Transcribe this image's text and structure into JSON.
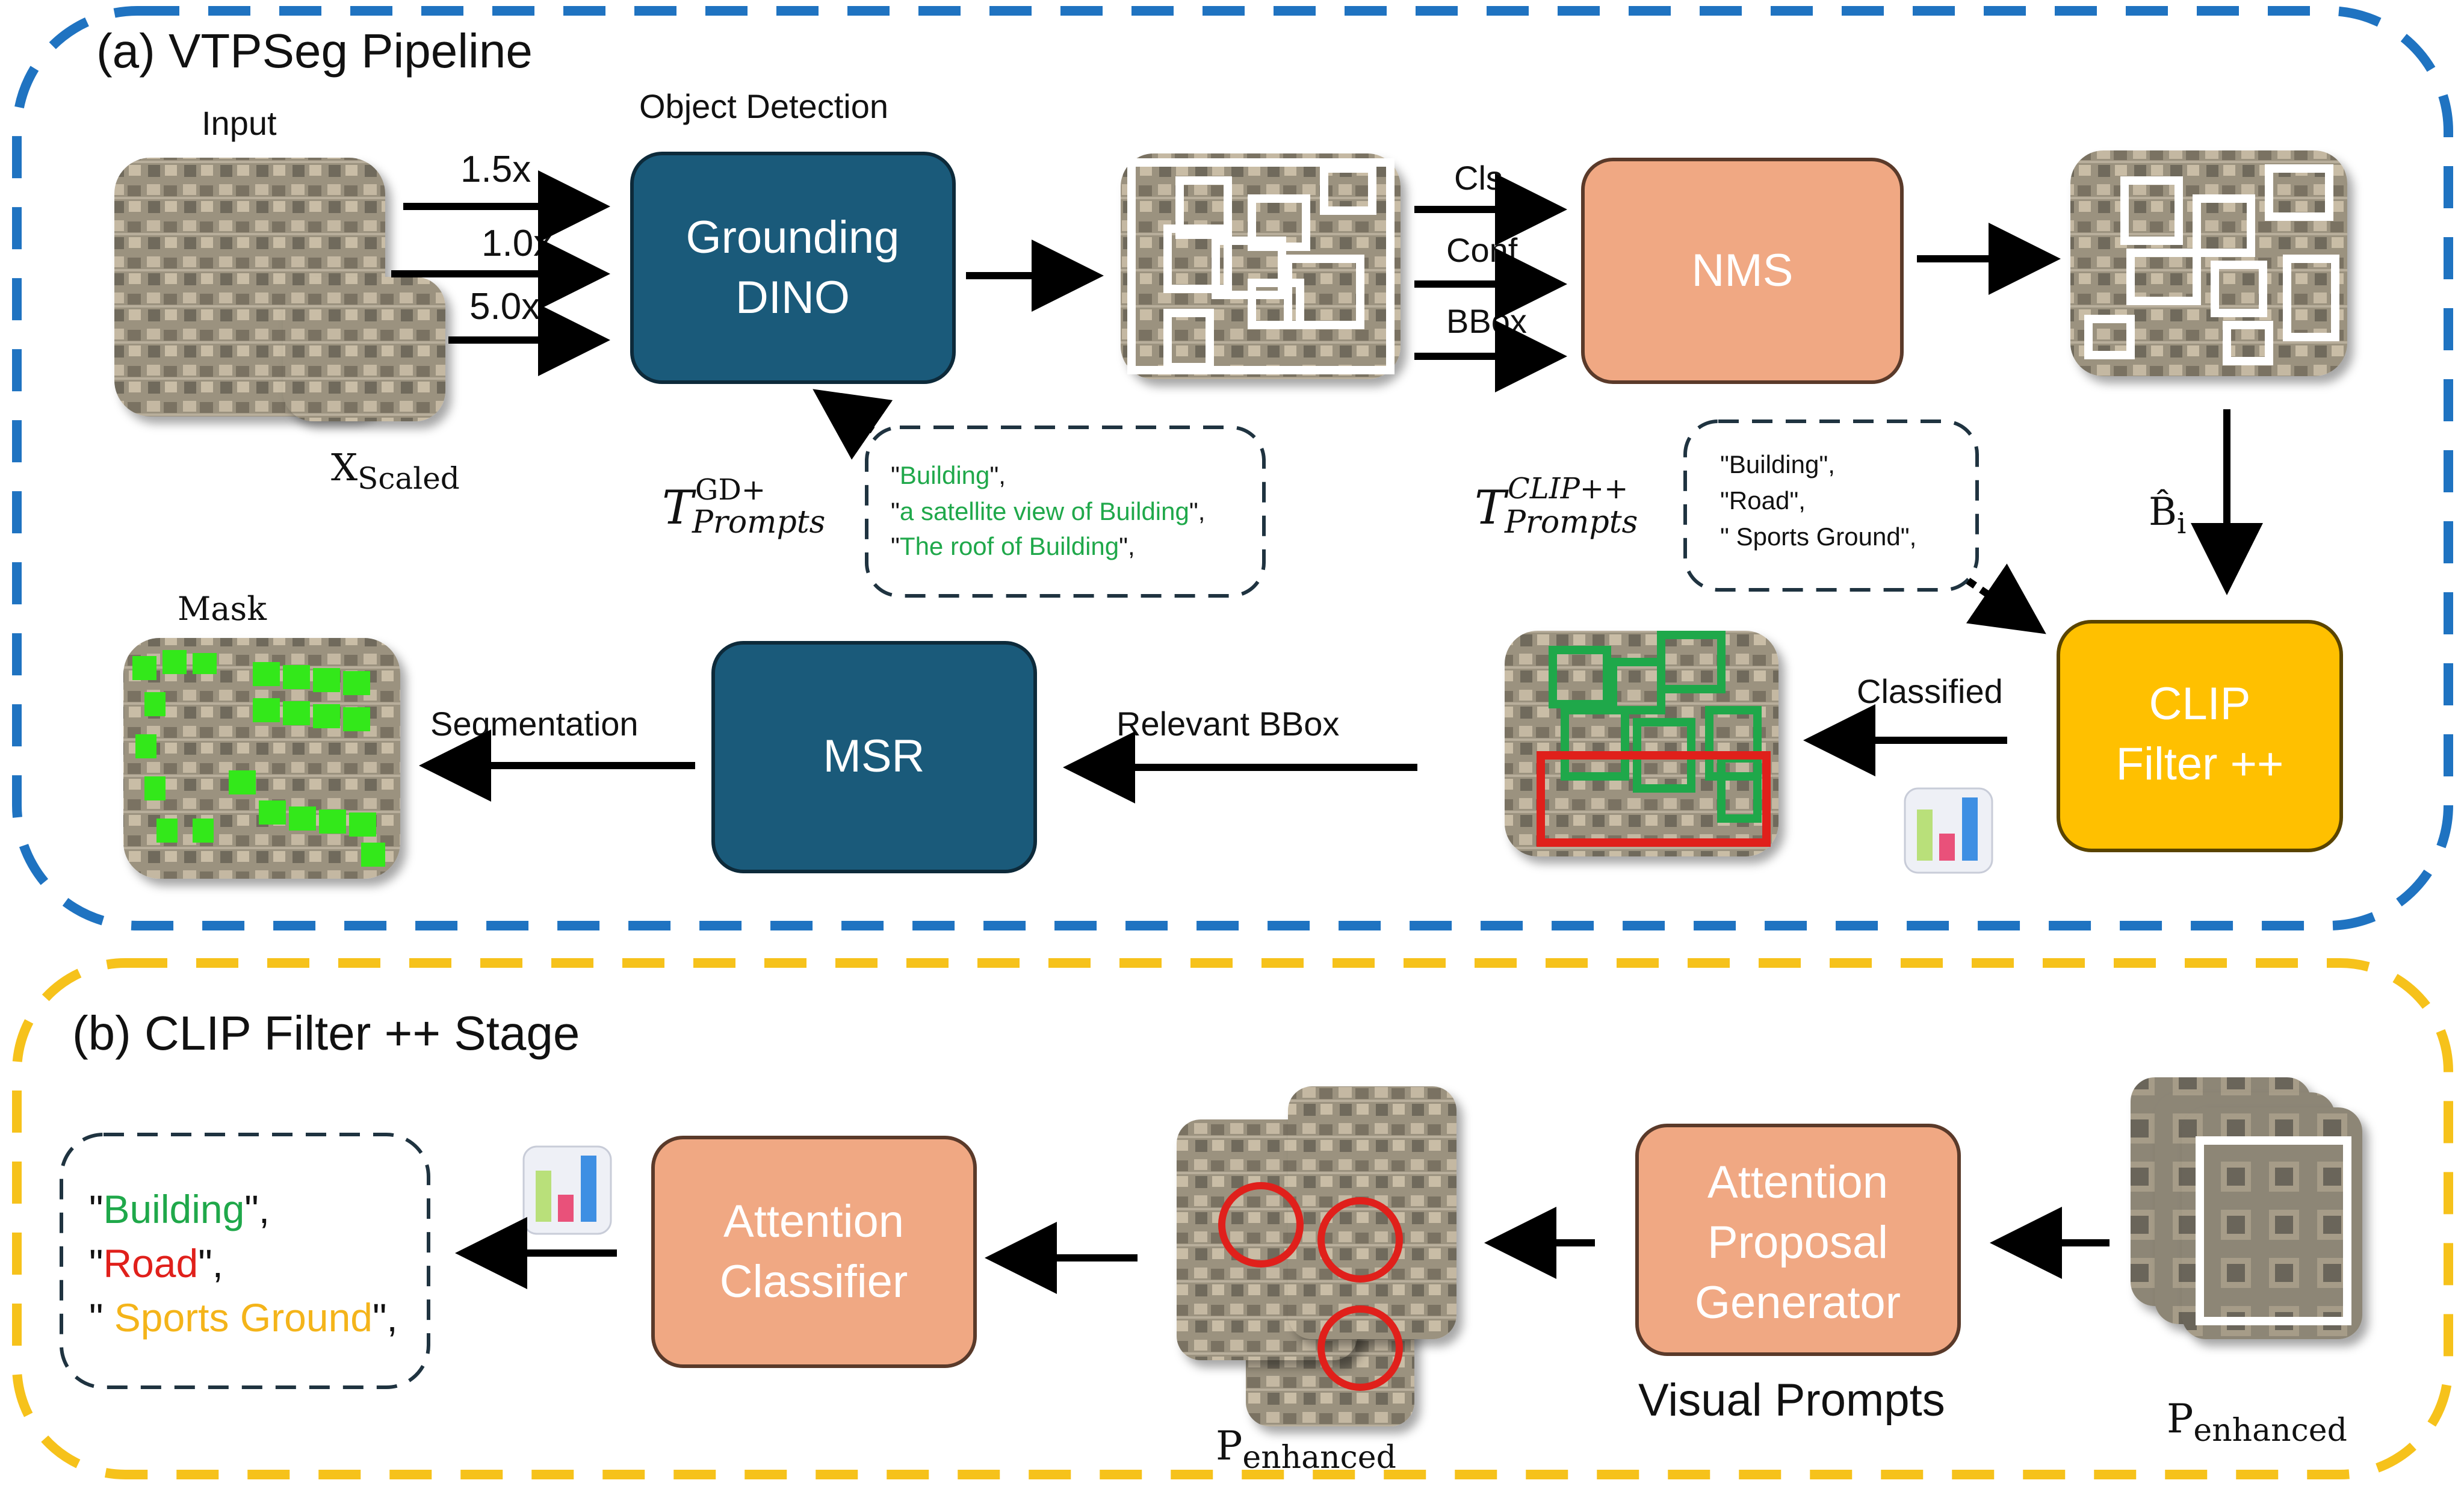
{
  "panels": {
    "a_title": "(a) VTPSeg Pipeline",
    "b_title": "(b) CLIP Filter ++ Stage"
  },
  "colors": {
    "blue_dash": "#1f73c1",
    "yellow_dash": "#f6c21b",
    "dark_blue_box": "#1a5a7a",
    "salmon_box": "#f0a883",
    "yellow_box": "#ffc000",
    "green": "#1fa84a",
    "red": "#e0201b",
    "orange": "#f4b41a"
  },
  "pipeline": {
    "input_label": "Input",
    "object_detection_label": "Object Detection",
    "scales": [
      "1.5x",
      "1.0x",
      "5.0x"
    ],
    "xscaled_main": "X",
    "xscaled_sub": "Scaled",
    "grounding_dino_line1": "Grounding",
    "grounding_dino_line2": "DINO",
    "cls_label": "Cls",
    "conf_label": "Conf",
    "bbox_label": "BBox",
    "nms_label": "NMS",
    "bhat_main": "B̂",
    "bhat_sub": "i",
    "gd_prompt_T": "T",
    "gd_prompt_sup": "GD+",
    "gd_prompt_sub": "Prompts",
    "gd_prompts": [
      "\"Building\",",
      "\"a satellite view of Building\",",
      "\"The roof of Building\","
    ],
    "gd_prompts_quote": "\"",
    "clip_prompt_T": "T",
    "clip_prompt_sup": "CLIP++",
    "clip_prompt_sub": "Prompts",
    "clip_prompts": [
      "\"Building\",",
      "\"Road\",",
      "\" Sports Ground\","
    ],
    "clip_filter_line1": "CLIP",
    "clip_filter_line2": "Filter ++",
    "classified_label": "Classified",
    "relevant_bbox_label": "Relevant BBox",
    "msr_label": "MSR",
    "segmentation_label": "Segmentation",
    "mask_label": "Mask"
  },
  "stage_b": {
    "classes_building": "Building",
    "classes_road": "Road",
    "classes_sports": " Sports Ground",
    "attention_classifier_line1": "Attention",
    "attention_classifier_line2": "Classifier",
    "attention_proposal_line1": "Attention",
    "attention_proposal_line2": "Proposal",
    "attention_proposal_line3": "Generator",
    "visual_prompts_label": "Visual Prompts",
    "p_enhanced_main": "P",
    "p_enhanced_sub": "enhanced",
    "p_enhanced_main_2": "P",
    "p_enhanced_sub_2": "enhanced"
  }
}
